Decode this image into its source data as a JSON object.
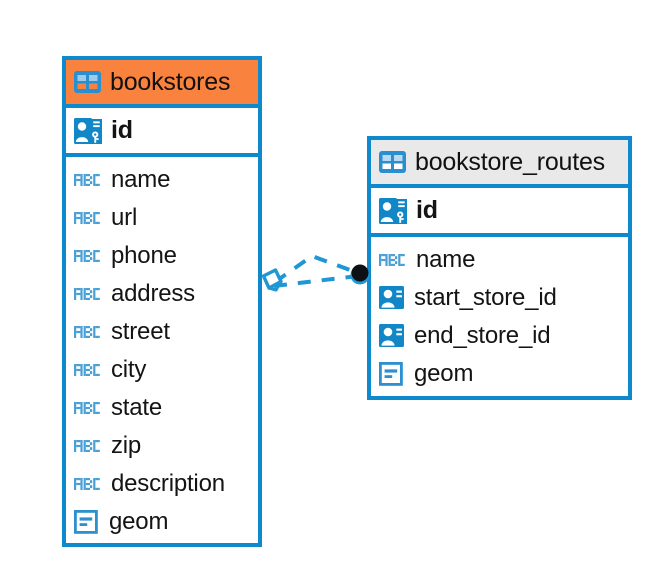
{
  "diagram": {
    "type": "entity-relationship-diagram",
    "background_color": "#ffffff",
    "accent_blue": "#0d89cc",
    "accent_orange": "#f9833e",
    "accent_grey": "#e9e9e9"
  },
  "entities": [
    {
      "name": "bookstores",
      "header_color": "#f9833e",
      "header_icon": "table-icon",
      "primary_key": {
        "label": "id",
        "icon": "primary-key-icon"
      },
      "fields": [
        {
          "label": "name",
          "icon": "text-abc-icon"
        },
        {
          "label": "url",
          "icon": "text-abc-icon"
        },
        {
          "label": "phone",
          "icon": "text-abc-icon"
        },
        {
          "label": "address",
          "icon": "text-abc-icon"
        },
        {
          "label": "street",
          "icon": "text-abc-icon"
        },
        {
          "label": "city",
          "icon": "text-abc-icon"
        },
        {
          "label": "state",
          "icon": "text-abc-icon"
        },
        {
          "label": "zip",
          "icon": "text-abc-icon"
        },
        {
          "label": "description",
          "icon": "text-abc-icon"
        },
        {
          "label": "geom",
          "icon": "geometry-icon"
        }
      ]
    },
    {
      "name": "bookstore_routes",
      "header_color": "#e9e9e9",
      "header_icon": "table-icon",
      "primary_key": {
        "label": "id",
        "icon": "primary-key-icon"
      },
      "fields": [
        {
          "label": "name",
          "icon": "text-abc-icon"
        },
        {
          "label": "start_store_id",
          "icon": "foreign-key-icon"
        },
        {
          "label": "end_store_id",
          "icon": "foreign-key-icon"
        },
        {
          "label": "geom",
          "icon": "geometry-icon"
        }
      ]
    }
  ],
  "relationship": {
    "from": "bookstores",
    "to": "bookstore_routes",
    "line_style": "dashed",
    "line_color": "#0d89cc",
    "source_marker": "diamond-crows-foot-marker",
    "target_marker": "filled-circle-marker",
    "target_marker_color": "#0d1014"
  }
}
